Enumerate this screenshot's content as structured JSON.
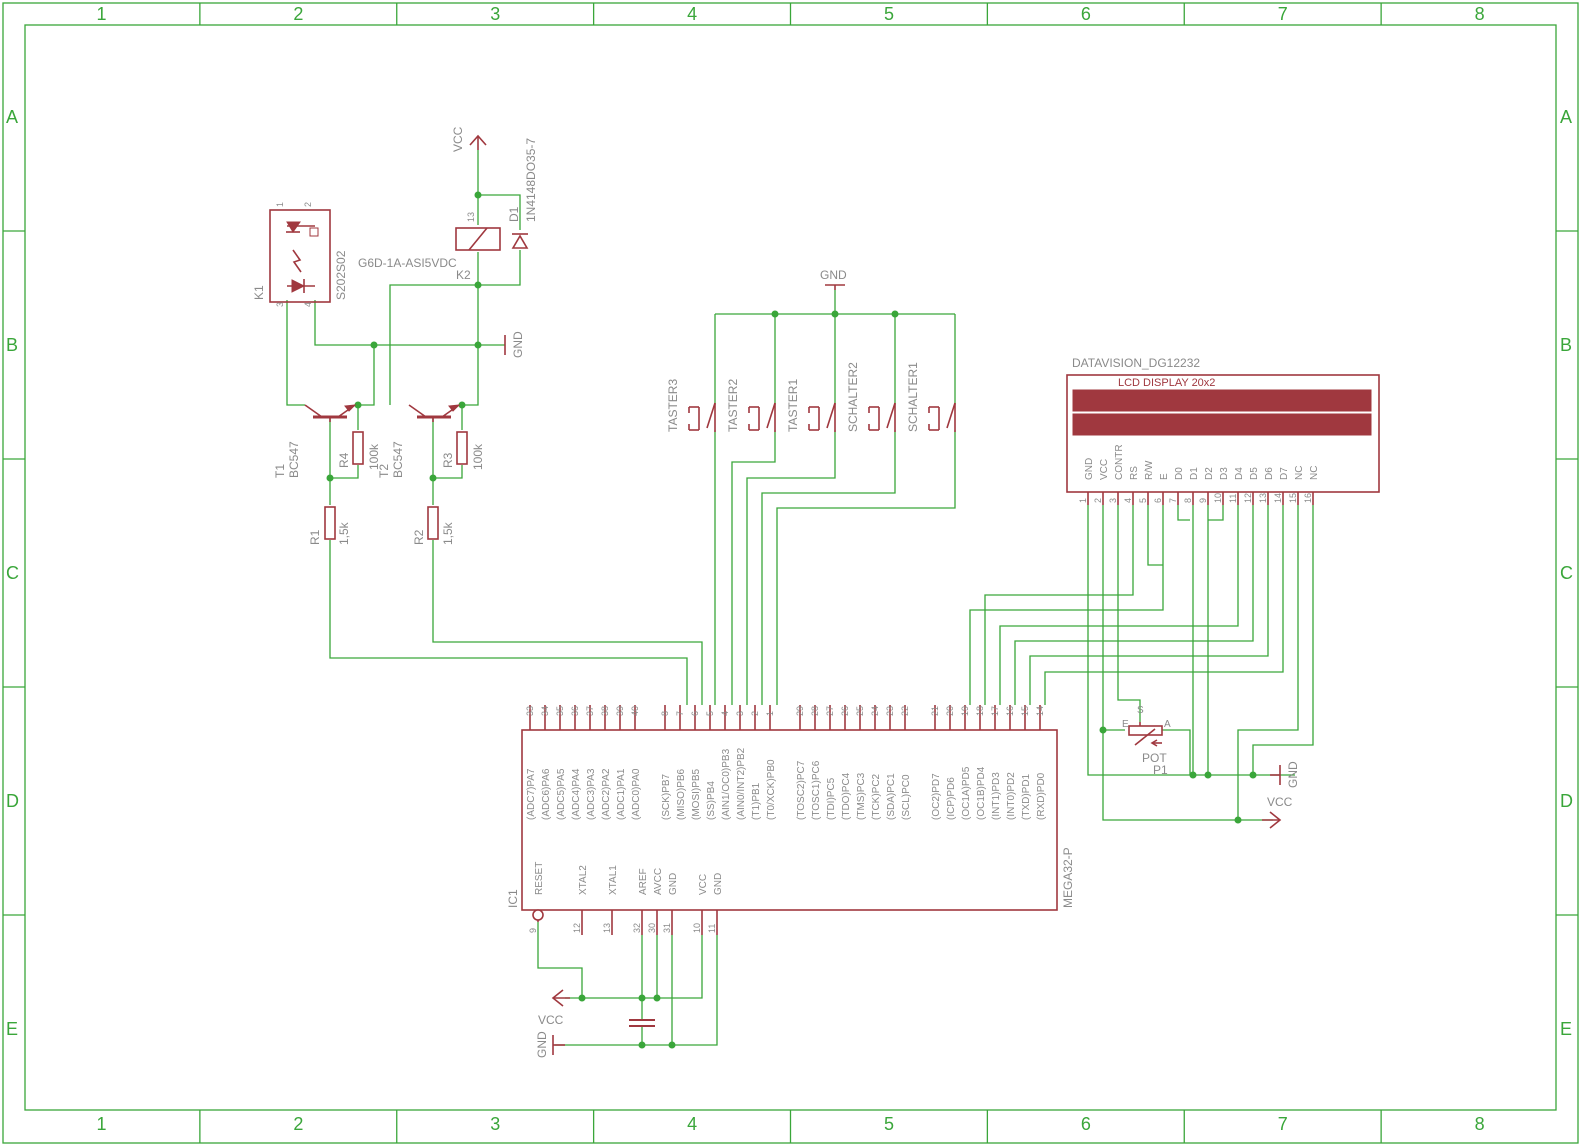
{
  "frame": {
    "columns": [
      "1",
      "2",
      "3",
      "4",
      "5",
      "6",
      "7",
      "8"
    ],
    "rows": [
      "A",
      "B",
      "C",
      "D",
      "E"
    ]
  },
  "colors": {
    "wire": "#3aa63a",
    "part": "#a0383f",
    "text": "#8a8a8a"
  },
  "supplies": {
    "vcc": "VCC",
    "gnd": "GND"
  },
  "k1": {
    "name": "K1",
    "value": "S202S02",
    "pins": [
      "1",
      "2",
      "3",
      "4"
    ]
  },
  "k2": {
    "name": "K2",
    "value": "G6D-1A-ASI5VDC",
    "pin": "13"
  },
  "d1": {
    "name": "D1",
    "value": "1N4148DO35-7"
  },
  "t1": {
    "name": "T1",
    "value": "BC547"
  },
  "t2": {
    "name": "T2",
    "value": "BC547"
  },
  "r1": {
    "name": "R1",
    "value": "1,5k"
  },
  "r2": {
    "name": "R2",
    "value": "1,5k"
  },
  "r3": {
    "name": "R3",
    "value": "100k"
  },
  "r4": {
    "name": "R4",
    "value": "100k"
  },
  "switches": [
    "TASTER3",
    "TASTER2",
    "TASTER1",
    "SCHALTER2",
    "SCHALTER1"
  ],
  "lcd": {
    "name": "DATAVISION_DG12232",
    "title": "LCD DISPLAY 20x2",
    "pins": [
      "GND",
      "VCC",
      "CONTR",
      "RS",
      "R/W",
      "E",
      "D0",
      "D1",
      "D2",
      "D3",
      "D4",
      "D5",
      "D6",
      "D7",
      "NC",
      "NC"
    ],
    "numbers": [
      "1",
      "2",
      "3",
      "4",
      "5",
      "6",
      "7",
      "8",
      "9",
      "10",
      "11",
      "12",
      "13",
      "14",
      "15",
      "16"
    ]
  },
  "pot": {
    "name": "P1",
    "value": "POT",
    "pins": [
      "E",
      "S",
      "A"
    ]
  },
  "ic1": {
    "name": "IC1",
    "value": "MEGA32-P",
    "top_pins": [
      {
        "num": "33",
        "label": "(ADC7)PA7"
      },
      {
        "num": "34",
        "label": "(ADC6)PA6"
      },
      {
        "num": "35",
        "label": "(ADC5)PA5"
      },
      {
        "num": "36",
        "label": "(ADC4)PA4"
      },
      {
        "num": "37",
        "label": "(ADC3)PA3"
      },
      {
        "num": "38",
        "label": "(ADC2)PA2"
      },
      {
        "num": "39",
        "label": "(ADC1)PA1"
      },
      {
        "num": "40",
        "label": "(ADC0)PA0"
      },
      {
        "num": "8",
        "label": "(SCK)PB7"
      },
      {
        "num": "7",
        "label": "(MISO)PB6"
      },
      {
        "num": "6",
        "label": "(MOSI)PB5"
      },
      {
        "num": "5",
        "label": "(SS)PB4"
      },
      {
        "num": "4",
        "label": "(AIN1/OC0)PB3"
      },
      {
        "num": "3",
        "label": "(AIN0/INT2)PB2"
      },
      {
        "num": "2",
        "label": "(T1)PB1"
      },
      {
        "num": "1",
        "label": "(T0/XCK)PB0"
      },
      {
        "num": "29",
        "label": "(TOSC2)PC7"
      },
      {
        "num": "28",
        "label": "(TOSC1)PC6"
      },
      {
        "num": "27",
        "label": "(TDI)PC5"
      },
      {
        "num": "26",
        "label": "(TDO)PC4"
      },
      {
        "num": "25",
        "label": "(TMS)PC3"
      },
      {
        "num": "24",
        "label": "(TCK)PC2"
      },
      {
        "num": "23",
        "label": "(SDA)PC1"
      },
      {
        "num": "22",
        "label": "(SCL)PC0"
      },
      {
        "num": "21",
        "label": "(OC2)PD7"
      },
      {
        "num": "20",
        "label": "(ICP)PD6"
      },
      {
        "num": "19",
        "label": "(OC1A)PD5"
      },
      {
        "num": "18",
        "label": "(OC1B)PD4"
      },
      {
        "num": "17",
        "label": "(INT1)PD3"
      },
      {
        "num": "16",
        "label": "(INT0)PD2"
      },
      {
        "num": "15",
        "label": "(TXD)PD1"
      },
      {
        "num": "14",
        "label": "(RXD)PD0"
      }
    ],
    "bottom_pins": [
      {
        "num": "9",
        "label": "RESET"
      },
      {
        "num": "12",
        "label": "XTAL2"
      },
      {
        "num": "13",
        "label": "XTAL1"
      },
      {
        "num": "32",
        "label": "AREF"
      },
      {
        "num": "30",
        "label": "AVCC"
      },
      {
        "num": "31",
        "label": "GND"
      },
      {
        "num": "10",
        "label": "VCC"
      },
      {
        "num": "11",
        "label": "GND"
      }
    ]
  }
}
